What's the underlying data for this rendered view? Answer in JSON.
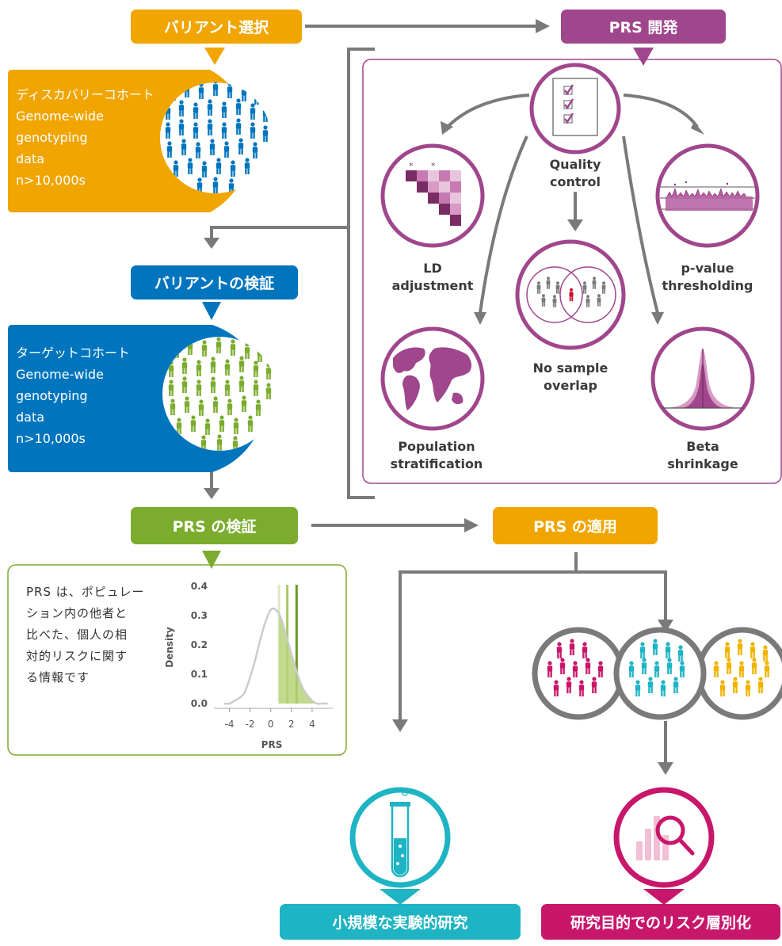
{
  "colors": {
    "orange": "#f0a500",
    "purple": "#a0468c",
    "blue": "#0075be",
    "green": "#7bac2d",
    "teal": "#1eb4c3",
    "magenta": "#c8176b",
    "gray": "#7a7a7a"
  },
  "headers": {
    "variant_selection": "バリアント選択",
    "prs_development": "PRS 開発",
    "variant_validation": "バリアントの検証",
    "prs_validation": "PRS の検証",
    "prs_application": "PRS の適用",
    "small_studies": "小規模な実験的研究",
    "risk_stratification": "研究目的でのリスク層別化"
  },
  "discovery": {
    "lines": [
      "ディスカバリーコホート",
      "Genome-wide",
      "genotyping",
      "data",
      "n>10,000s"
    ]
  },
  "target": {
    "lines": [
      "ターゲットコホート",
      "Genome-wide",
      "genotyping",
      "data",
      "n>10,000s"
    ]
  },
  "qc_steps": {
    "quality_control": [
      "Quality",
      "control"
    ],
    "ld_adjustment": [
      "LD",
      "adjustment"
    ],
    "pvalue_thresholding": [
      "p-value",
      "thresholding"
    ],
    "no_sample_overlap": [
      "No sample",
      "overlap"
    ],
    "population_stratification": [
      "Population",
      "stratification"
    ],
    "beta_shrinkage": [
      "Beta",
      "shrinkage"
    ]
  },
  "prs_description": [
    "PRS は、ポピュレー",
    "ション内の他者と",
    "比べた、個人の相",
    "対的リスクに関す",
    "る情報です"
  ],
  "chart_data": {
    "type": "line",
    "title": "",
    "xlabel": "PRS",
    "ylabel": "Density",
    "x_ticks": [
      "-4",
      "-2",
      "0",
      "2",
      "4"
    ],
    "y_ticks": [
      "0.0",
      "0.1",
      "0.2",
      "0.3",
      "0.4"
    ],
    "xlim": [
      -5.5,
      6
    ],
    "ylim": [
      0,
      0.4
    ],
    "series": [
      {
        "x": [
          -4.5,
          -4,
          -3.5,
          -3,
          -2.5,
          -2,
          -1.5,
          -1,
          -0.5,
          0,
          0.5,
          1,
          1.5,
          2,
          2.5,
          3,
          3.5,
          4,
          4.5,
          5,
          5.5
        ],
        "y": [
          0.0,
          0.0,
          0.01,
          0.02,
          0.04,
          0.09,
          0.15,
          0.22,
          0.28,
          0.32,
          0.32,
          0.29,
          0.23,
          0.17,
          0.11,
          0.06,
          0.03,
          0.01,
          0.0,
          0.0,
          0.0
        ]
      }
    ],
    "thresholds": [
      0.8,
      1.6,
      2.5
    ],
    "threshold_colors": [
      "#dde8c4",
      "#a9c96a",
      "#6b9a24"
    ]
  }
}
